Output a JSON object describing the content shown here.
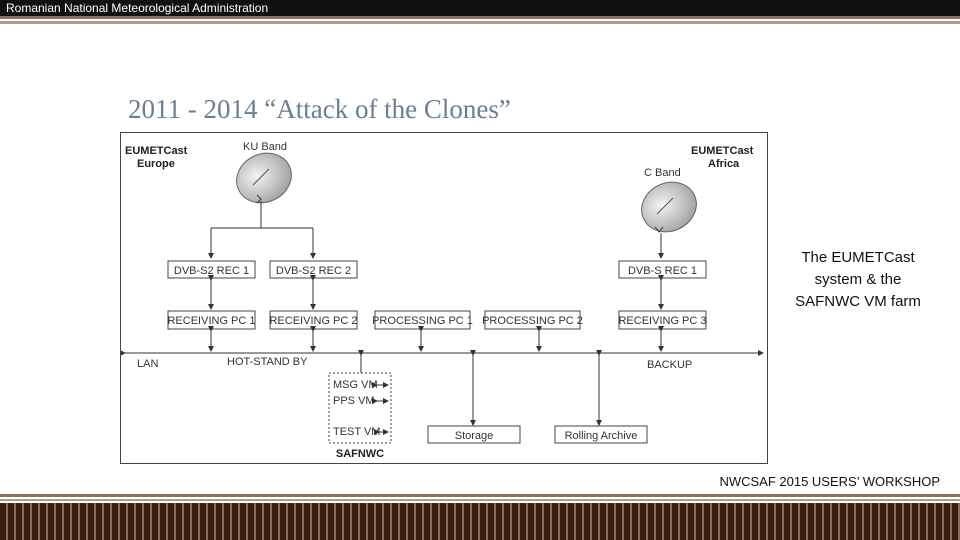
{
  "header": {
    "org": "Romanian National Meteorological Administration"
  },
  "slide": {
    "title": "2011 - 2014 “Attack of the Clones”",
    "caption_lines": [
      "The EUMETCast",
      "system & the",
      "SAFNWC VM farm"
    ],
    "footer": "NWCSAF 2015 USERS’ WORKSHOP"
  },
  "diagram": {
    "eumetcast_europe": [
      "EUMETCast",
      "Europe"
    ],
    "eumetcast_africa": [
      "EUMETCast",
      "Africa"
    ],
    "ku_band": "KU Band",
    "c_band": "C Band",
    "receivers": [
      "DVB-S2 REC 1",
      "DVB-S2 REC 2",
      "DVB-S REC 1"
    ],
    "pcs": [
      "RECEIVING PC 1",
      "RECEIVING PC 2",
      "PROCESSING PC 1",
      "PROCESSING PC 2",
      "RECEIVING PC 3"
    ],
    "lan": "LAN",
    "hot_standby": "HOT-STAND BY",
    "backup": "BACKUP",
    "vms": [
      "MSG VM",
      "PPS VM",
      "TEST VM"
    ],
    "safnwc": "SAFNWC",
    "storage": "Storage",
    "rolling_archive": "Rolling Archive"
  },
  "colors": {
    "title": "#6a7e95",
    "rule": "#8a7060",
    "band": "#3a1f10"
  }
}
